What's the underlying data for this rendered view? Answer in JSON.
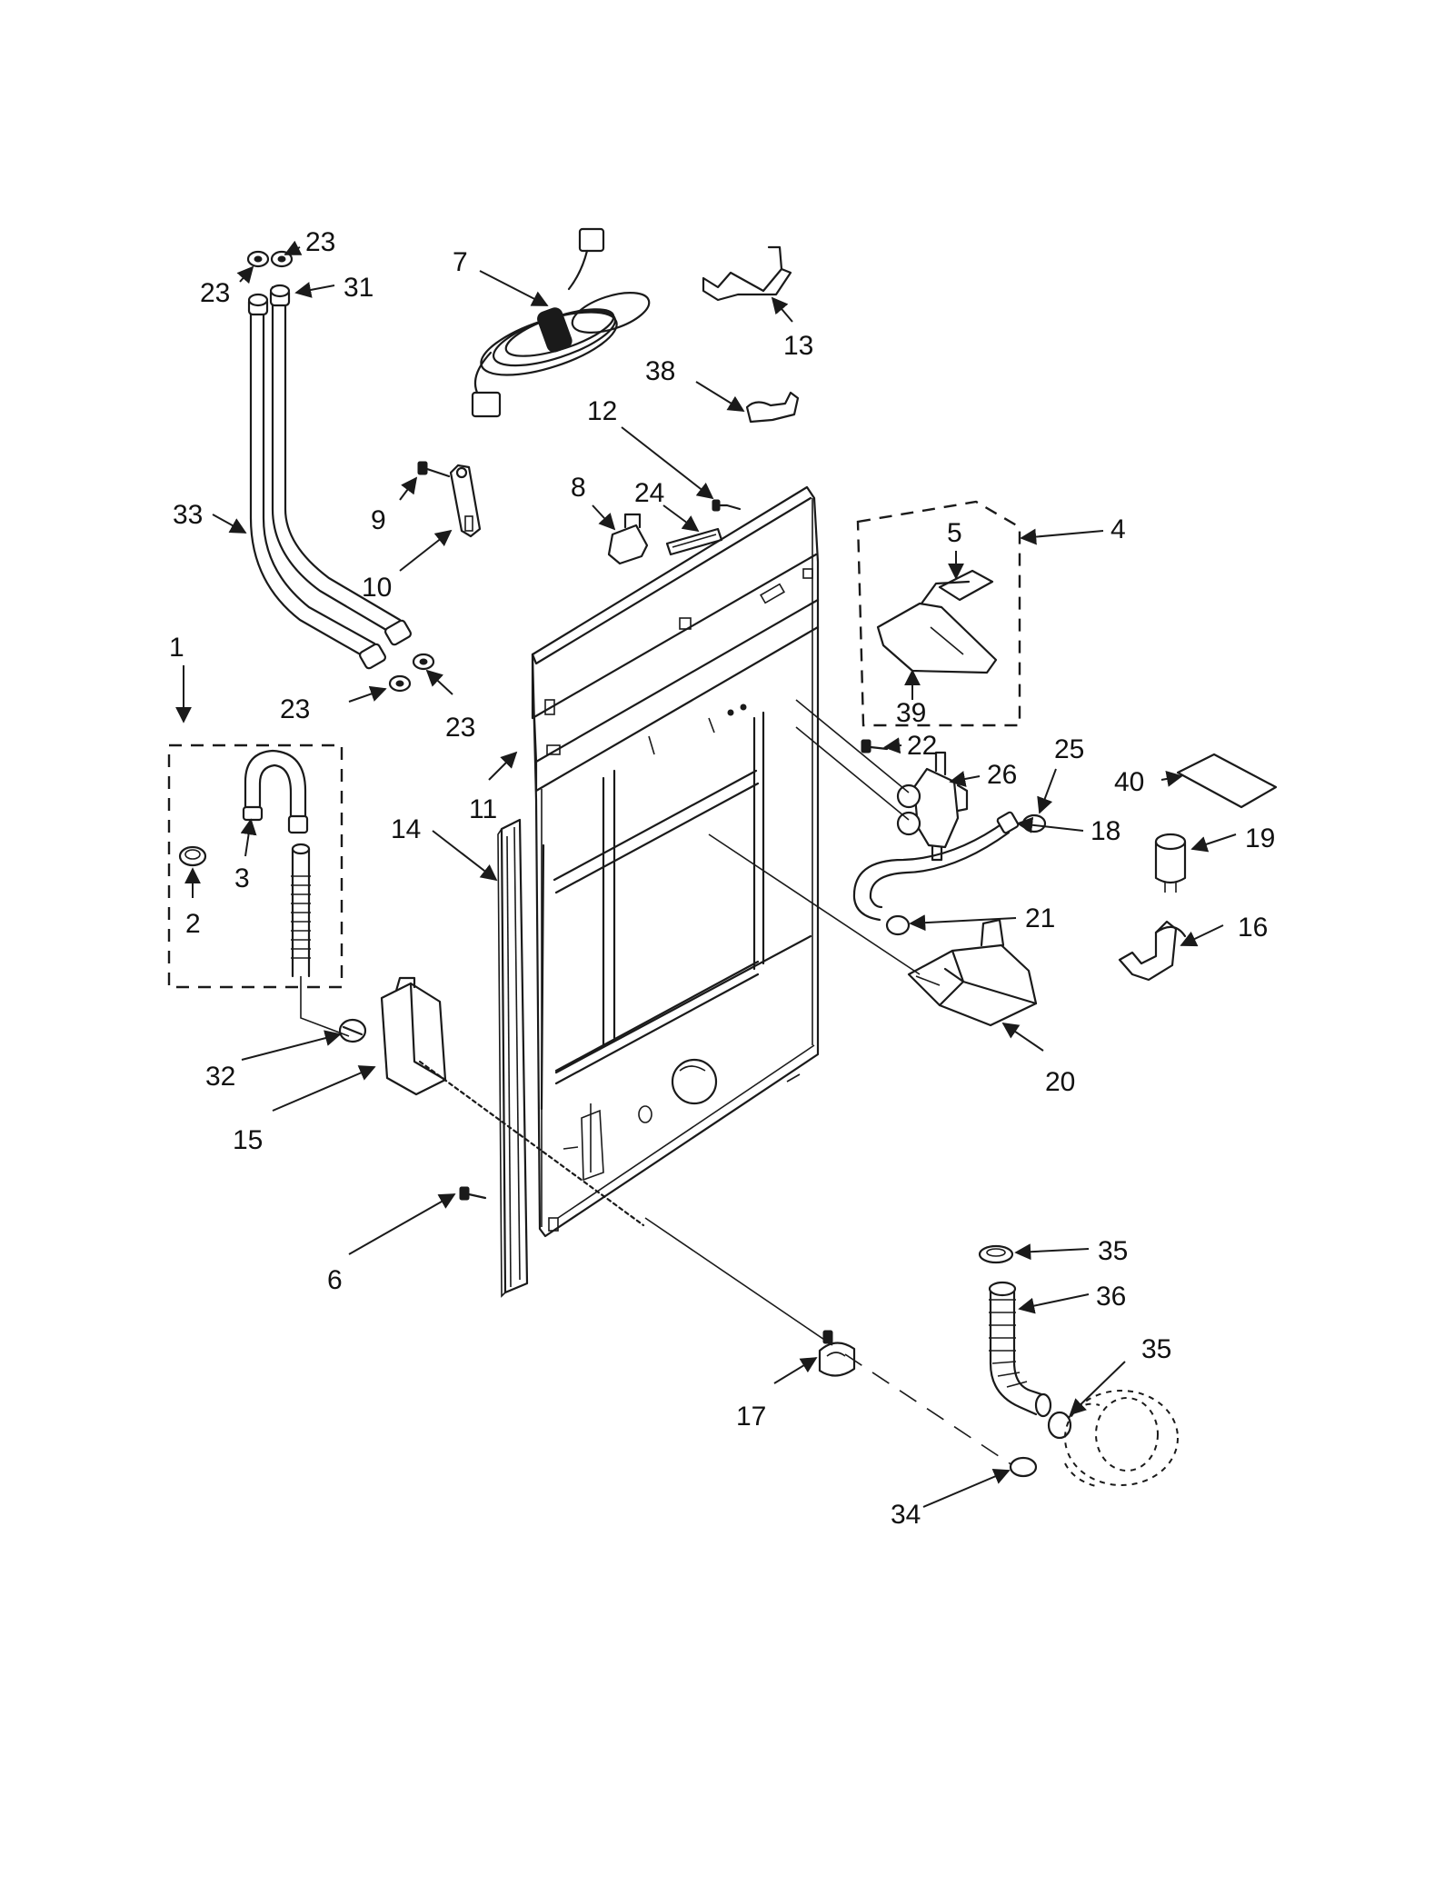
{
  "callouts": {
    "c1": "1",
    "c2": "2",
    "c3": "3",
    "c4": "4",
    "c5": "5",
    "c6": "6",
    "c7": "7",
    "c8": "8",
    "c9": "9",
    "c10": "10",
    "c11": "11",
    "c12": "12",
    "c13": "13",
    "c14": "14",
    "c15": "15",
    "c16": "16",
    "c17": "17",
    "c18": "18",
    "c19": "19",
    "c20": "20",
    "c21": "21",
    "c22": "22",
    "c23a": "23",
    "c23b": "23",
    "c23c": "23",
    "c23d": "23",
    "c24": "24",
    "c25": "25",
    "c26": "26",
    "c31": "31",
    "c32": "32",
    "c33": "33",
    "c34": "34",
    "c35a": "35",
    "c35b": "35",
    "c36": "36",
    "c38": "38",
    "c39": "39",
    "c40": "40"
  },
  "colors": {
    "ink": "#1a1a1a",
    "background": "#ffffff"
  }
}
